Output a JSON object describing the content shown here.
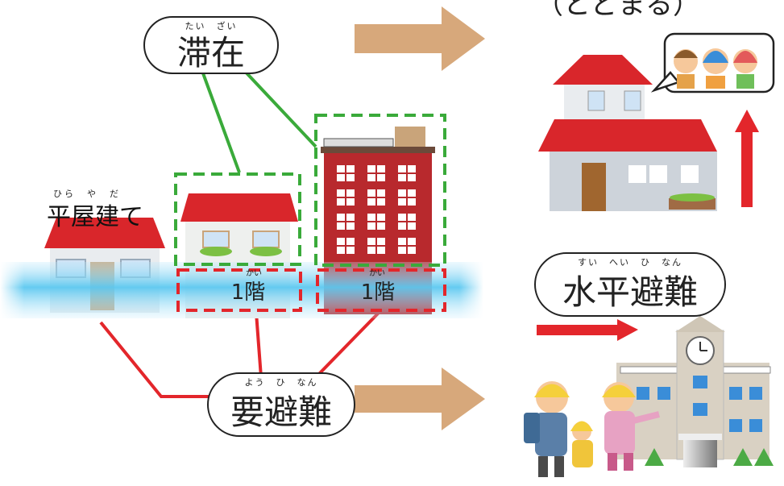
{
  "top_partial_text": "（とどまる）",
  "stay": {
    "ruby": "たい　ざい",
    "label": "滞在"
  },
  "hiraya": {
    "ruby": "ひら　や　だ",
    "label": "平屋建て"
  },
  "floor_left": {
    "ruby": "かい",
    "label": "1階"
  },
  "floor_right": {
    "ruby": "かい",
    "label": "1階"
  },
  "horizontal": {
    "ruby": "すい　へい　ひ　なん",
    "label": "水平避難"
  },
  "evac": {
    "ruby": "よう　ひ　なん",
    "label": "要避難"
  },
  "colors": {
    "green_line": "#3aaa3a",
    "red_line": "#e3262b",
    "arrow_tan": "#d7a87b",
    "water": "#6fd0f2",
    "roof_red": "#d9262b",
    "building": "#b8292d"
  }
}
